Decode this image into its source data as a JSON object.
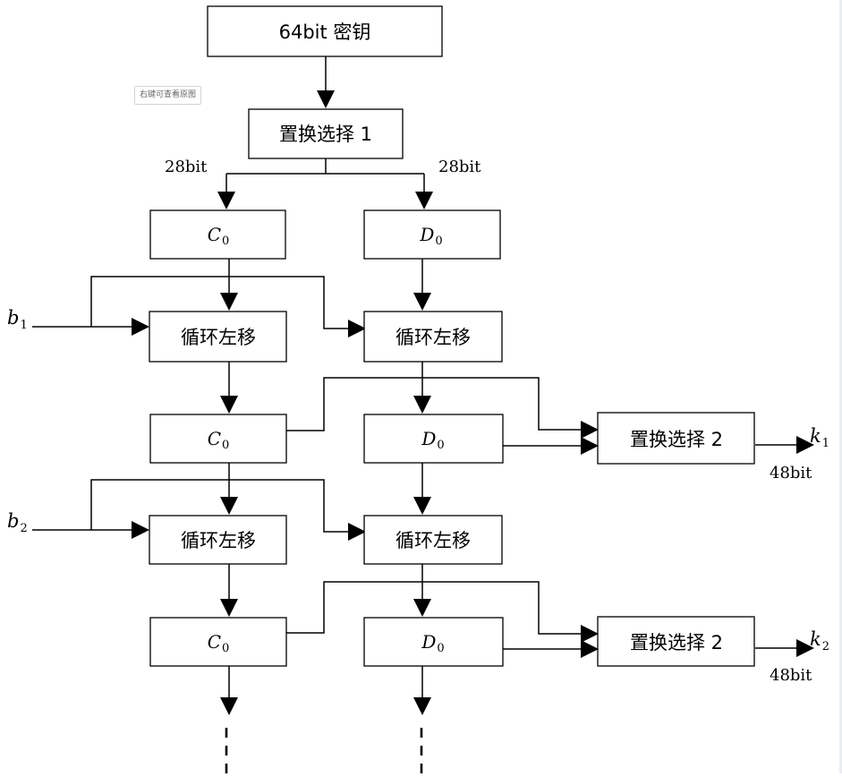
{
  "watermark_hint": "右键可查看原图",
  "boxes": {
    "key": "64bit 密钥",
    "pc1": "置换选择 1",
    "c0": {
      "letter": "C",
      "sub": "0"
    },
    "d0": {
      "letter": "D",
      "sub": "0"
    },
    "rotate": "循环左移",
    "pc2": "置换选择 2"
  },
  "labels": {
    "split_left": "28bit",
    "split_right": "28bit",
    "out_bits": "48bit",
    "shift_1": {
      "letter": "b",
      "sub": "1"
    },
    "shift_2": {
      "letter": "b",
      "sub": "2"
    },
    "subkey_1": {
      "letter": "k",
      "sub": "1"
    },
    "subkey_2": {
      "letter": "k",
      "sub": "2"
    }
  },
  "colors": {
    "stroke": "#000000",
    "background": "#ffffff"
  }
}
